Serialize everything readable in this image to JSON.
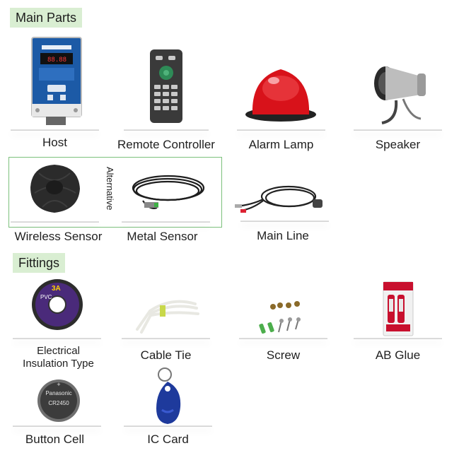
{
  "sections": {
    "main_parts": "Main Parts",
    "fittings": "Fittings"
  },
  "alternative_label": "Alternative",
  "main_parts": [
    {
      "label": "Host",
      "icon": "host-control-box-icon"
    },
    {
      "label": "Remote Controller",
      "icon": "remote-controller-icon"
    },
    {
      "label": "Alarm Lamp",
      "icon": "alarm-lamp-icon"
    },
    {
      "label": "Speaker",
      "icon": "speaker-horn-icon"
    },
    {
      "label": "Wireless Sensor",
      "icon": "wireless-sensor-icon"
    },
    {
      "label": "Metal Sensor",
      "icon": "metal-sensor-cable-icon"
    },
    {
      "label": "Main Line",
      "icon": "main-line-cable-icon"
    }
  ],
  "fittings": [
    {
      "label_line1": "Electrical",
      "label_line2": "Insulation Type",
      "icon": "insulation-tape-icon",
      "tape_brand": "3A",
      "tape_text": "PVC"
    },
    {
      "label": "Cable Tie",
      "icon": "cable-tie-icon"
    },
    {
      "label": "Screw",
      "icon": "screw-set-icon"
    },
    {
      "label": "AB Glue",
      "icon": "ab-glue-icon"
    },
    {
      "label": "Button Cell",
      "icon": "button-cell-icon",
      "cell_brand": "Panasonic",
      "cell_model": "CR2450"
    },
    {
      "label": "IC Card",
      "icon": "ic-card-keyfob-icon"
    }
  ],
  "colors": {
    "section_tag_bg": "#d9eed2",
    "alt_box_border": "#7cc07c",
    "alarm_red": "#d8121a"
  }
}
